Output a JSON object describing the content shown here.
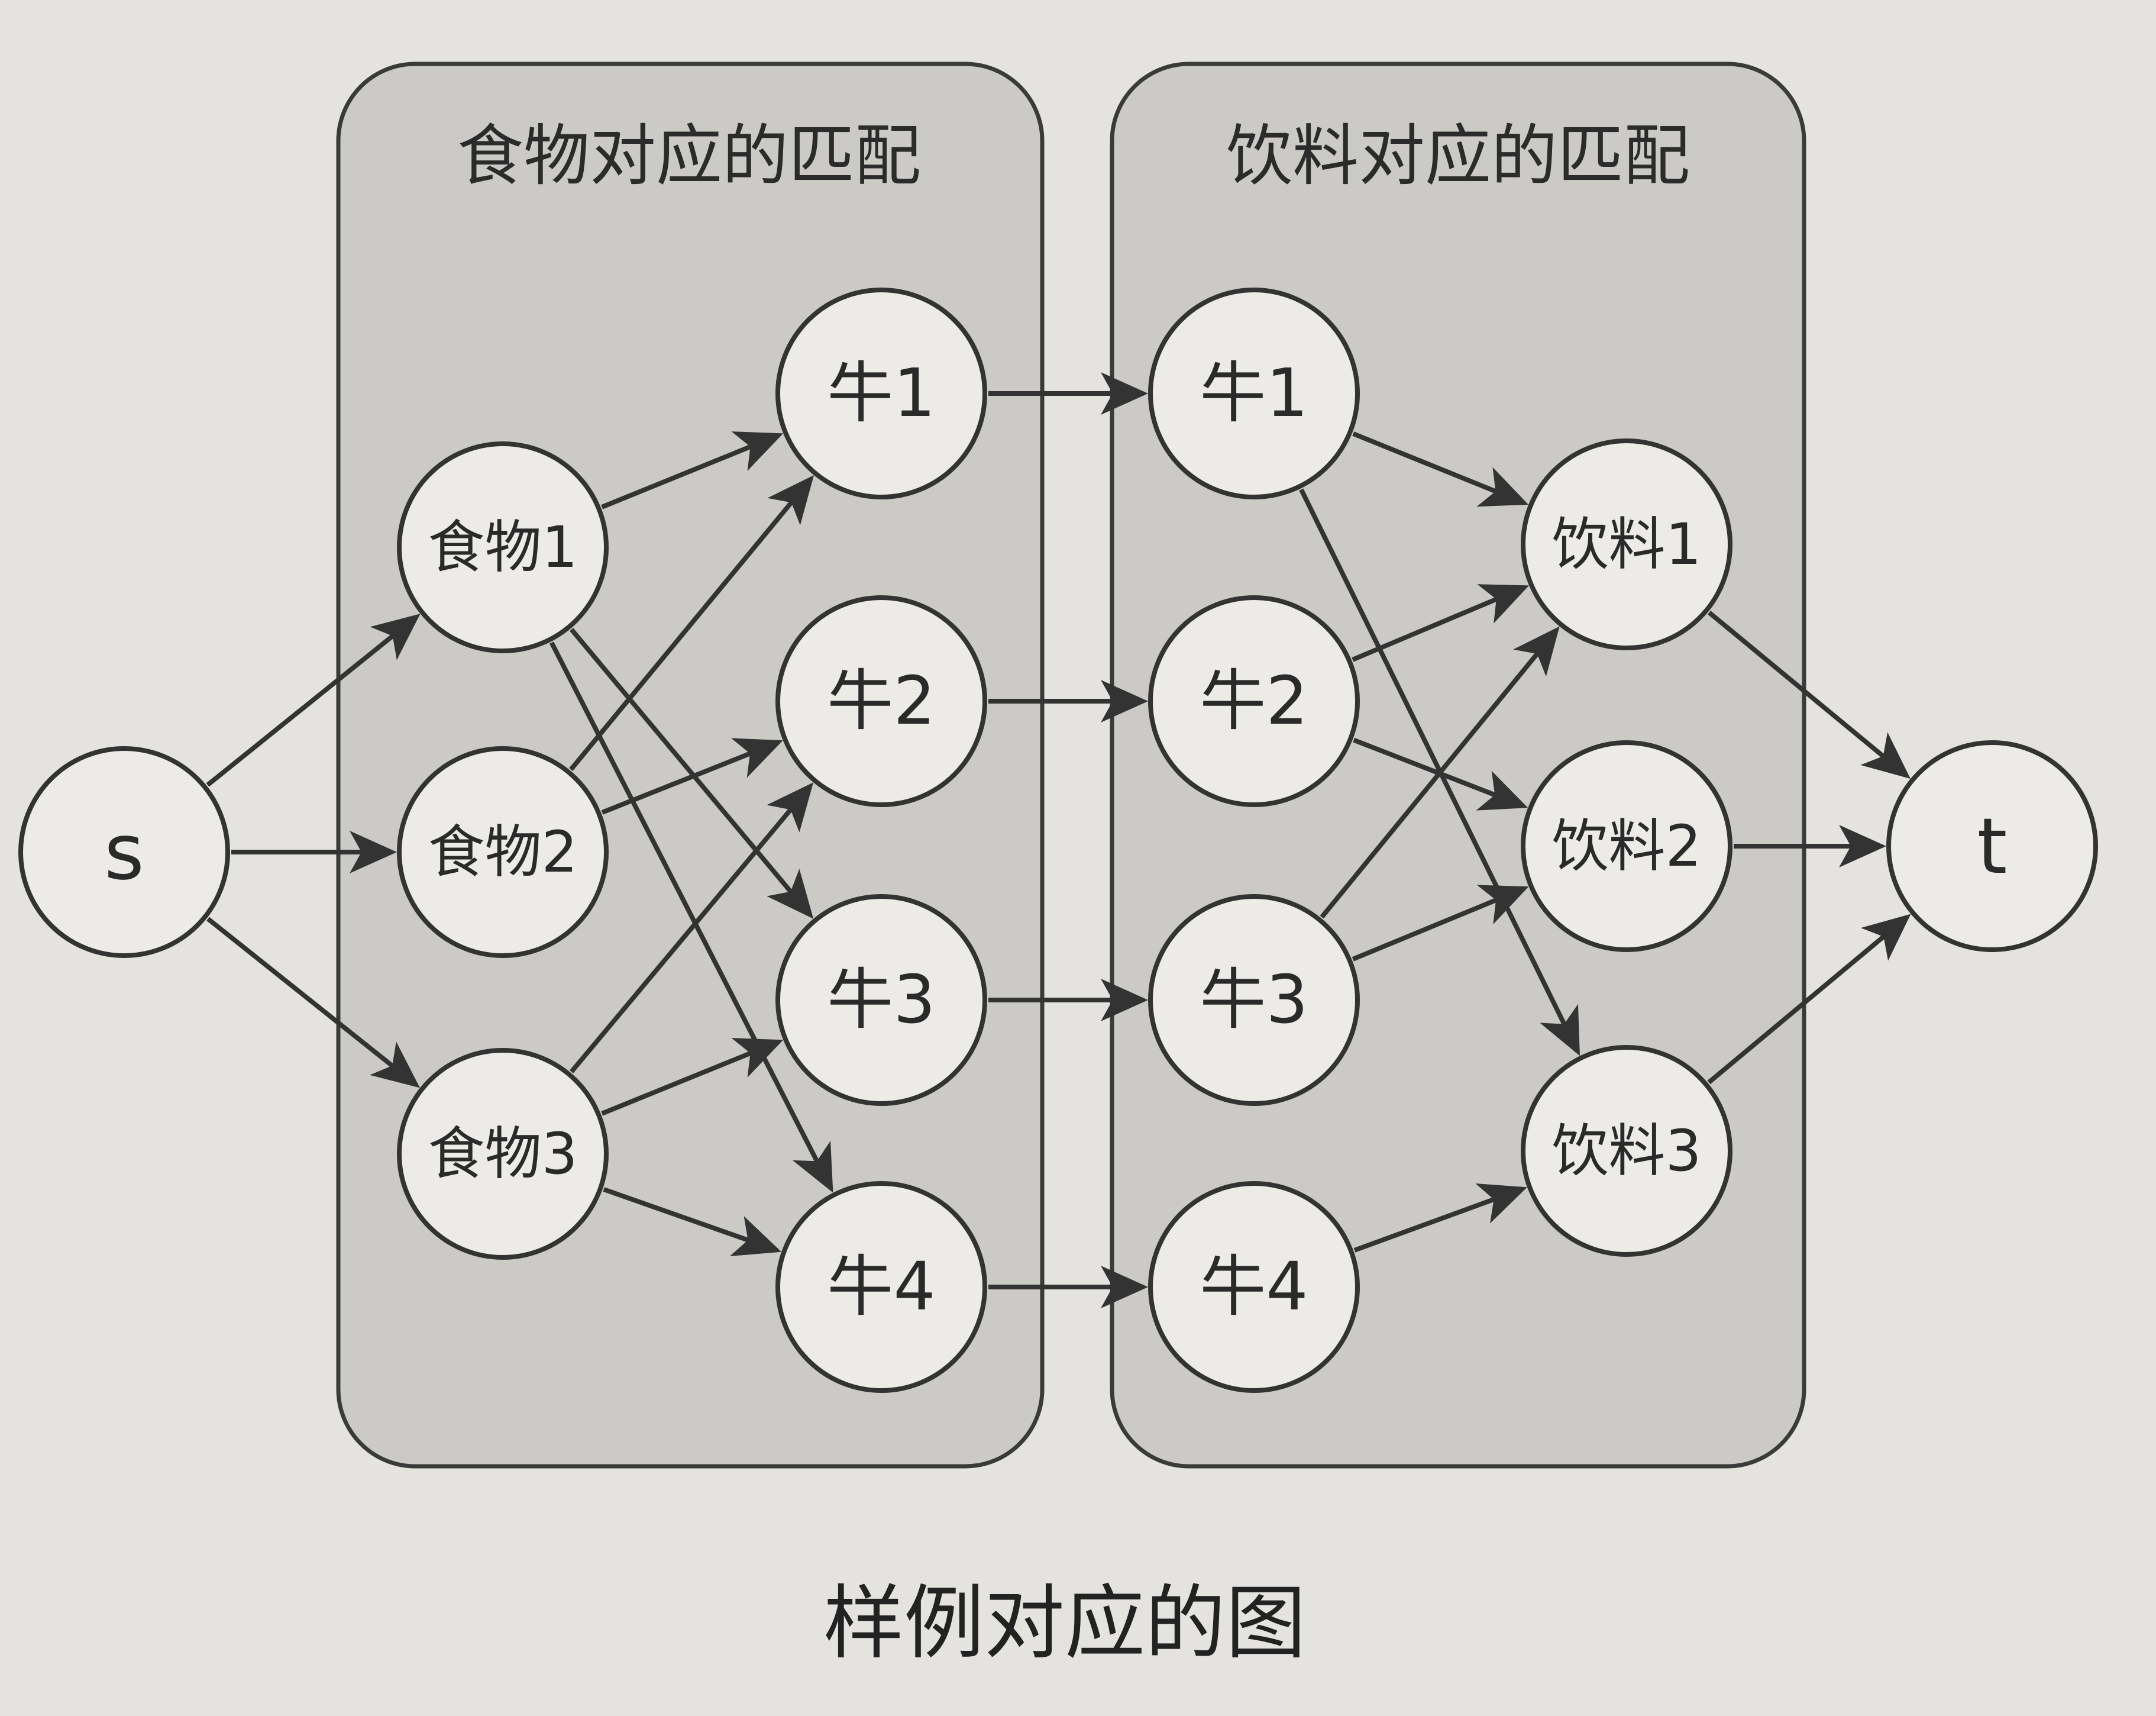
{
  "panels": {
    "food": {
      "title": "食物对应的匹配"
    },
    "drink": {
      "title": "饮料对应的匹配"
    }
  },
  "caption": "样例对应的图",
  "nodes": {
    "s": {
      "label": "s"
    },
    "f1": {
      "label": "食物1"
    },
    "f2": {
      "label": "食物2"
    },
    "f3": {
      "label": "食物3"
    },
    "a1": {
      "label": "牛1"
    },
    "a2": {
      "label": "牛2"
    },
    "a3": {
      "label": "牛3"
    },
    "a4": {
      "label": "牛4"
    },
    "b1": {
      "label": "牛1"
    },
    "b2": {
      "label": "牛2"
    },
    "b3": {
      "label": "牛3"
    },
    "b4": {
      "label": "牛4"
    },
    "d1": {
      "label": "饮料1"
    },
    "d2": {
      "label": "饮料2"
    },
    "d3": {
      "label": "饮料3"
    },
    "t": {
      "label": "t"
    }
  },
  "edges": [
    [
      "s",
      "f1"
    ],
    [
      "s",
      "f2"
    ],
    [
      "s",
      "f3"
    ],
    [
      "f1",
      "a1"
    ],
    [
      "f1",
      "a3"
    ],
    [
      "f1",
      "a4"
    ],
    [
      "f2",
      "a1"
    ],
    [
      "f2",
      "a2"
    ],
    [
      "f3",
      "a2"
    ],
    [
      "f3",
      "a3"
    ],
    [
      "f3",
      "a4"
    ],
    [
      "a1",
      "b1"
    ],
    [
      "a2",
      "b2"
    ],
    [
      "a3",
      "b3"
    ],
    [
      "a4",
      "b4"
    ],
    [
      "b1",
      "d1"
    ],
    [
      "b1",
      "d3"
    ],
    [
      "b2",
      "d1"
    ],
    [
      "b2",
      "d2"
    ],
    [
      "b3",
      "d1"
    ],
    [
      "b3",
      "d2"
    ],
    [
      "b4",
      "d3"
    ],
    [
      "d1",
      "t"
    ],
    [
      "d2",
      "t"
    ],
    [
      "d3",
      "t"
    ]
  ]
}
